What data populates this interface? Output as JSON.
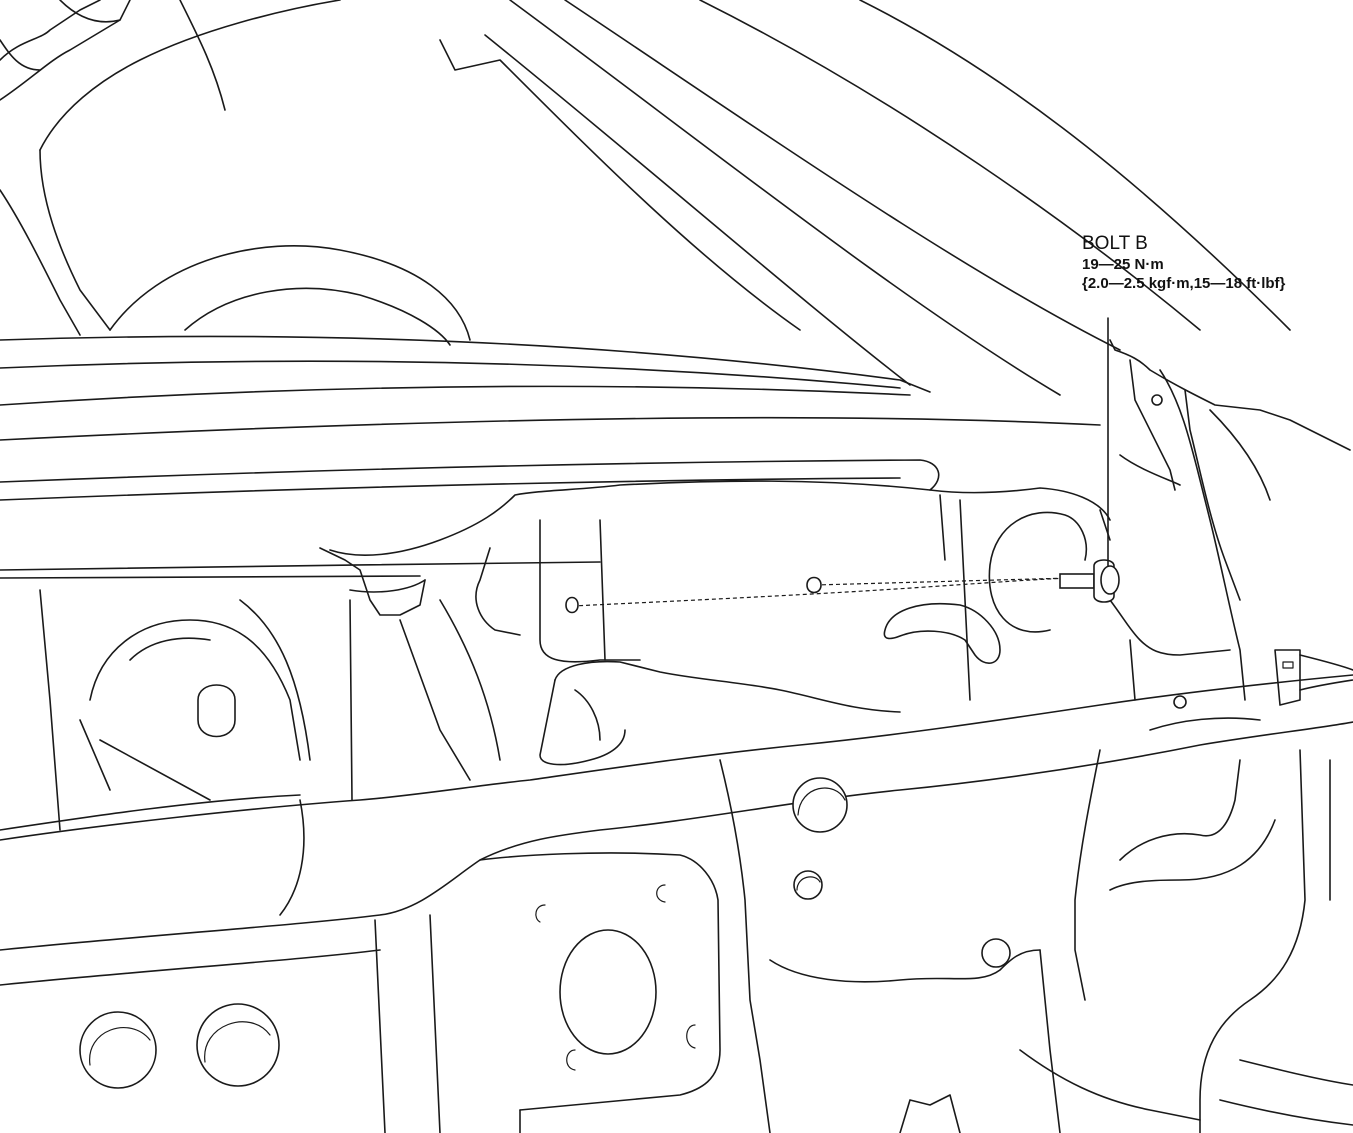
{
  "callout": {
    "part_name": "BOLT B",
    "torque_nm": "19—25 N·m",
    "torque_alt": "{2.0—2.5 kgf·m,15—18 ft·lbf}"
  },
  "colors": {
    "line": "#1a1a1a",
    "background": "#ffffff"
  }
}
